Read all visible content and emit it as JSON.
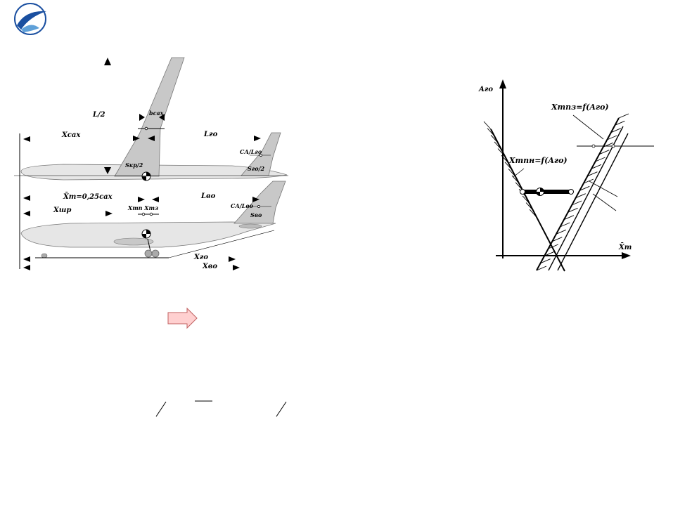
{
  "left_diagram": {
    "labels": {
      "half_span": "L/2",
      "b_cax": "bсах",
      "x_cax": "Xсах",
      "l_go": "Lго",
      "s_kr_half": "Sкр/2",
      "s_go_half": "Sго/2",
      "ca_tail_top": "СА/Lго",
      "x_t_025": "X̄т=0,25сах",
      "l_vo": "Lво",
      "x_shp": "Xшр",
      "x_t_range": "Xтп  Xтз",
      "ca_tail_bottom": "СА/Lво",
      "s_vo": "Sво",
      "x_go": "Xго",
      "x_vo": "Xво"
    }
  },
  "right_chart": {
    "y_axis_label": "Aго",
    "x_axis_label": "X̄т",
    "curve_upper_label": "Xтпз=f(Aго)",
    "curve_lower_label": "Xтпн=f(Aго)"
  },
  "colors": {
    "wing_fill": "#c8c8c8",
    "fuselage_fill": "#e6e6e6",
    "arrow_fill": "#ffd0d0",
    "arrow_stroke": "#c06060",
    "logo_blue": "#1a4fa0"
  }
}
